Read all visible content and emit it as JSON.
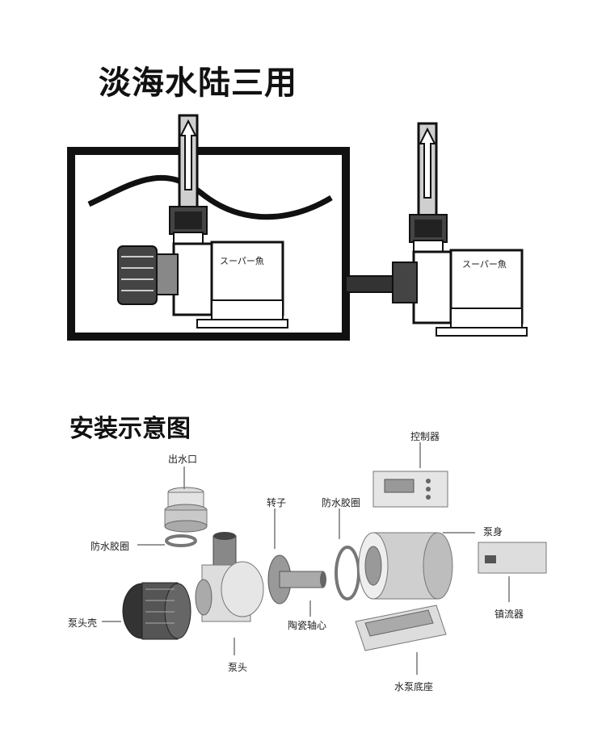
{
  "title": "淡海水陆三用",
  "install_title": "安装示意图",
  "pump_brand": "スーパー魚",
  "labels": {
    "outlet": "出水口",
    "seal_top": "防水胶圈",
    "seal_right": "防水胶圈",
    "rotor": "转子",
    "controller": "控制器",
    "pump_body": "泵身",
    "head_shell": "泵头壳",
    "ceramic_shaft": "陶瓷轴心",
    "pump_head": "泵头",
    "ballast": "镇流器",
    "base": "水泵底座"
  }
}
